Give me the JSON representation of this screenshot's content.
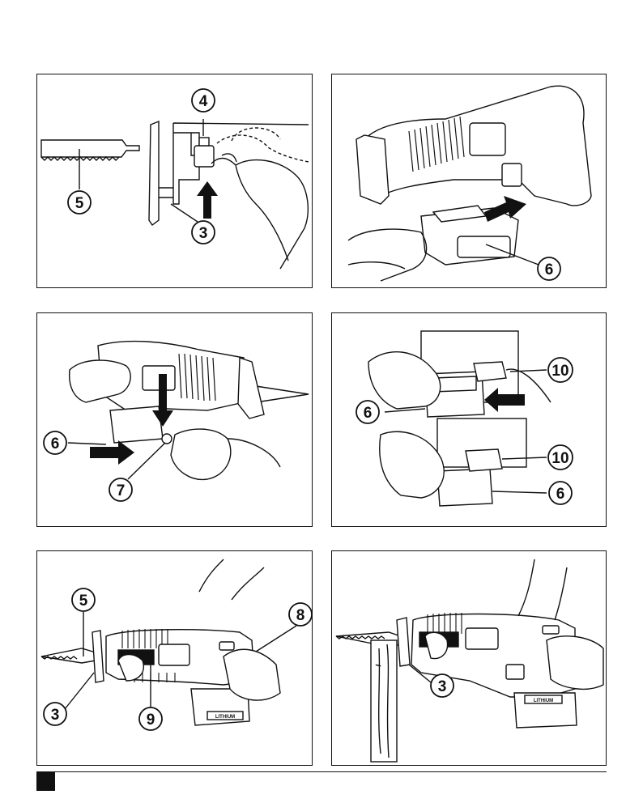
{
  "figures": [
    {
      "id": "fig1",
      "callouts": [
        "4",
        "5",
        "3"
      ]
    },
    {
      "id": "fig2",
      "callouts": [
        "6"
      ]
    },
    {
      "id": "fig3",
      "callouts": [
        "6",
        "7"
      ]
    },
    {
      "id": "fig4",
      "callouts": [
        "10",
        "6",
        "10",
        "6"
      ]
    },
    {
      "id": "fig5",
      "callouts": [
        "5",
        "8",
        "3",
        "9"
      ],
      "battery_label": "LITHIUM"
    },
    {
      "id": "fig6",
      "callouts": [
        "3"
      ],
      "battery_label": "LITHIUM"
    }
  ],
  "colors": {
    "ink": "#111111",
    "paper": "#ffffff"
  }
}
